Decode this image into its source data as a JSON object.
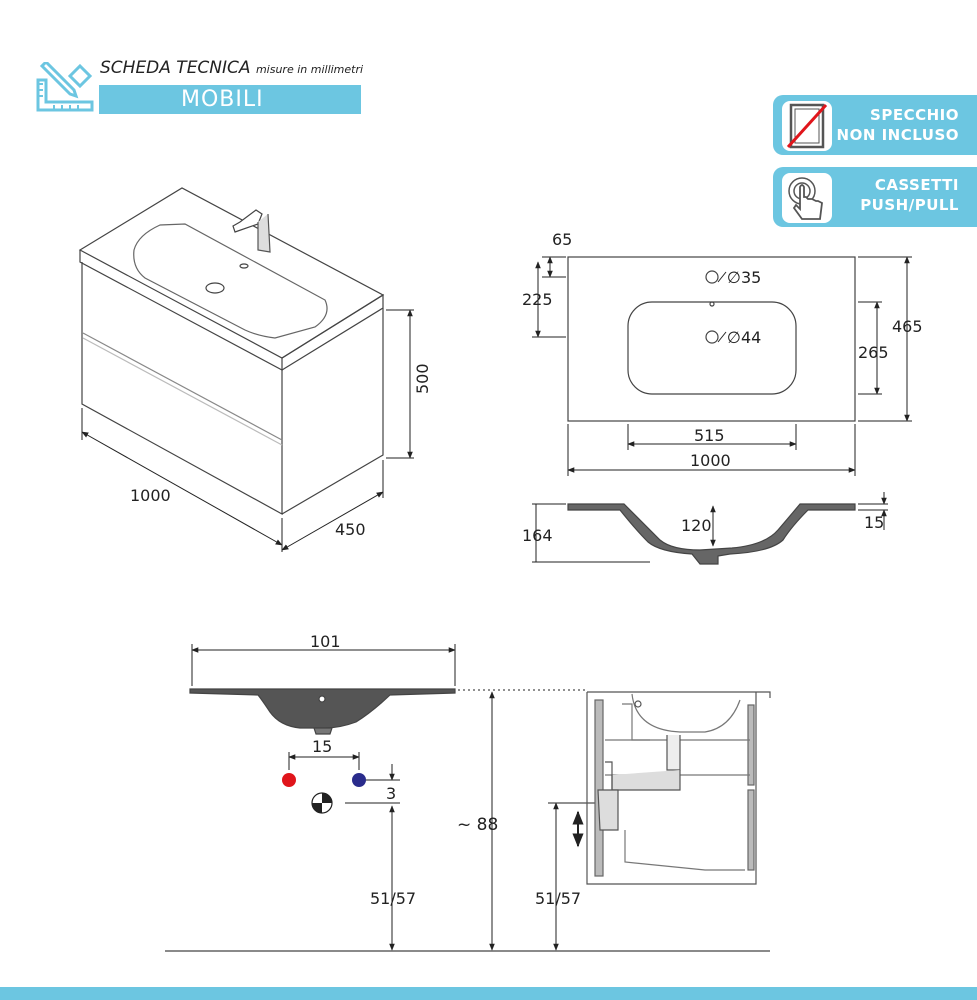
{
  "header": {
    "title": "SCHEDA TECNICA",
    "subtitle": "misure in millimetri",
    "category": "MOBILI"
  },
  "badges": [
    {
      "line1": "SPECCHIO",
      "line2": "NON INCLUSO",
      "icon": "mirror-crossed-icon"
    },
    {
      "line1": "CASSETTI",
      "line2": "PUSH/PULL",
      "icon": "push-finger-icon"
    }
  ],
  "cabinet": {
    "width": "1000",
    "depth": "450",
    "height": "500"
  },
  "basin_top": {
    "tap_hole_offset": "65",
    "drain_offset": "225",
    "tap_hole_diameter": "∅35",
    "drain_diameter": "∅44",
    "bowl_height": "265",
    "total_depth": "465",
    "bowl_width": "515",
    "total_width": "1000"
  },
  "basin_section": {
    "height": "164",
    "bowl_depth": "120",
    "rim": "15"
  },
  "installation": {
    "width": "101",
    "pipe_spacing": "15",
    "offset": "3",
    "total_height": "~ 88",
    "drain_height": "51/57",
    "drain_height_side": "51/57"
  },
  "colors": {
    "accent": "#6cc6e1",
    "hot": "#e0151b",
    "cold": "#2a2c8c"
  }
}
